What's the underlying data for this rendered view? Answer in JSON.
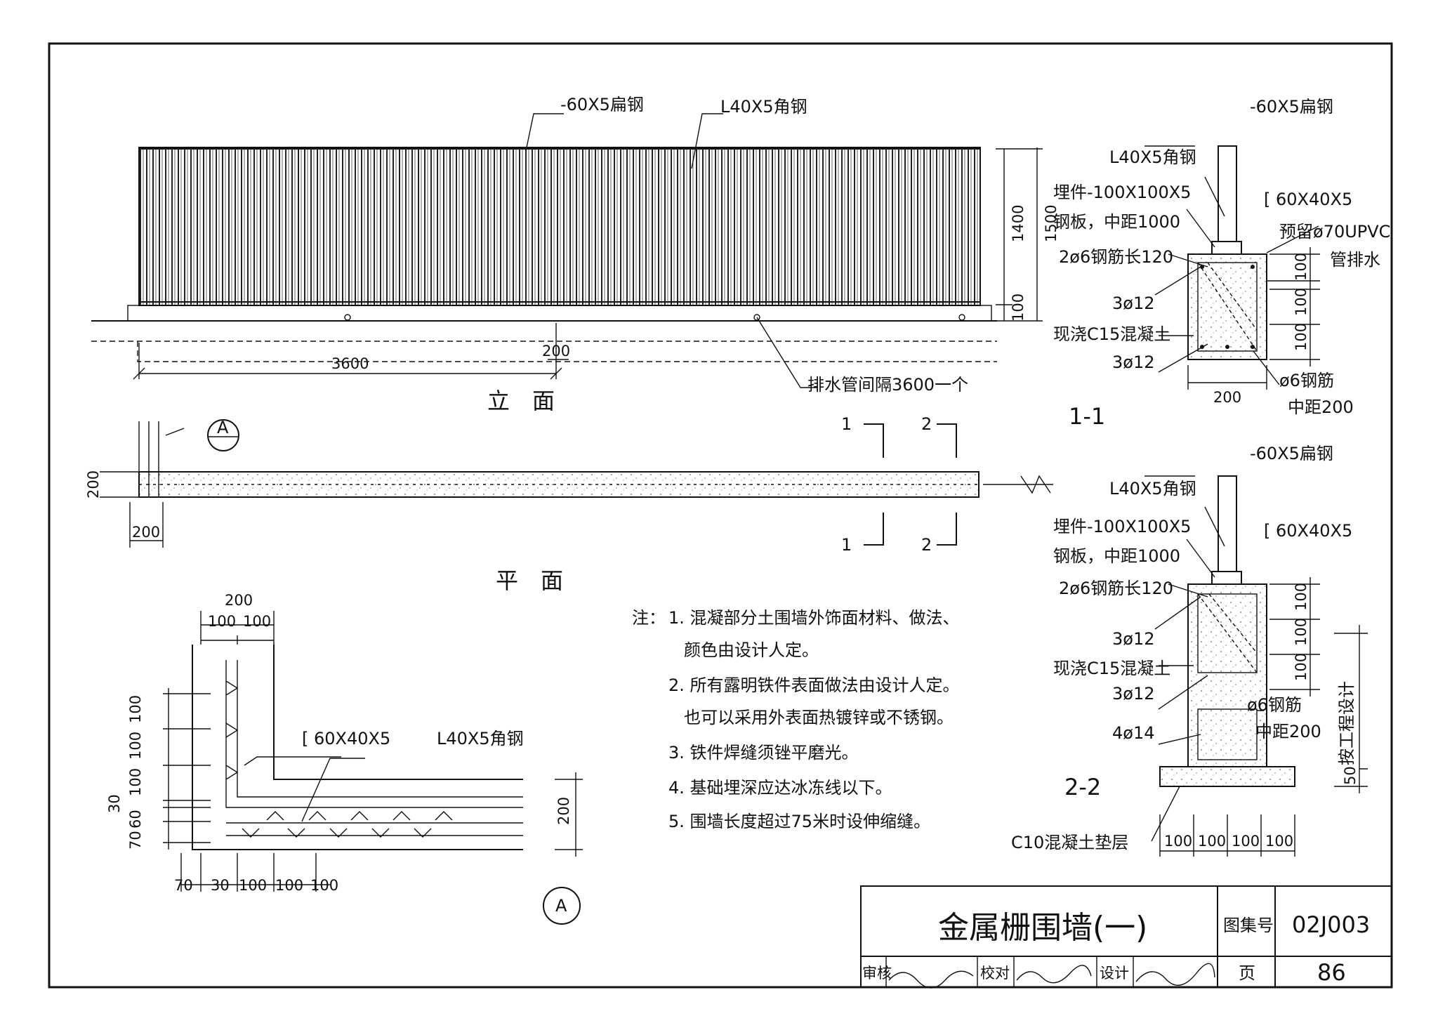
{
  "elevation": {
    "heading": "立　面",
    "flat_bar": "-60X5扁钢",
    "angle": "L40X5角钢",
    "dim_spacing": "3600",
    "dim_post": "200",
    "drain_note": "排水管间隔3600一个",
    "dim_h1": "1400",
    "dim_h2": "1500",
    "dim_base": "100"
  },
  "plan": {
    "heading": "平　面",
    "detail_marker": "A",
    "dim_w": "200",
    "dim_h": "200",
    "cut1": "1",
    "cut2": "2",
    "break": "≷"
  },
  "detail_a": {
    "marker": "A",
    "dim_top": "200",
    "dim_top_a": "100",
    "dim_top_b": "100",
    "channel": "[ 60X40X5",
    "angle": "L40X5角钢",
    "dims_left": [
      "100",
      "100",
      "100",
      "30",
      "60",
      "70"
    ],
    "dims_bottom": [
      "70",
      "30",
      "100",
      "100",
      "100"
    ],
    "dim_right": "200"
  },
  "section_1": {
    "flat_bar": "-60X5扁钢",
    "angle": "L40X5角钢",
    "embed_1": "埋件-100X100X5",
    "embed_2": "钢板，中距1000",
    "channel": "[ 60X40X5",
    "pvc_1": "预留ø70UPVC",
    "pvc_2": "管排水",
    "rebar_a": "2ø6钢筋长120",
    "rebar_b": "3ø12",
    "concrete": "现浇C15混凝土",
    "rebar_c": "3ø12",
    "stirrup_1": "ø6钢筋",
    "stirrup_2": "中距200",
    "dim_width": "200",
    "dims_right": [
      "100",
      "100",
      "100"
    ],
    "label": "1-1"
  },
  "section_2": {
    "flat_bar": "-60X5扁钢",
    "angle": "L40X5角钢",
    "embed_1": "埋件-100X100X5",
    "embed_2": "钢板，中距1000",
    "channel": "[ 60X40X5",
    "rebar_a": "2ø6钢筋长120",
    "rebar_b": "3ø12",
    "concrete": "现浇C15混凝土",
    "rebar_c": "3ø12",
    "stirrup_1": "ø6钢筋",
    "stirrup_2": "中距200",
    "rebar_d": "4ø14",
    "pad": "C10混凝土垫层",
    "dims_bottom": [
      "100",
      "100",
      "100",
      "100"
    ],
    "dims_right": [
      "100",
      "100",
      "100",
      "50"
    ],
    "depth_note": "按工程设计",
    "label": "2-2"
  },
  "notes": {
    "prefix": "注：",
    "items": [
      "1. 混凝部分土围墙外饰面材料、做法、",
      "颜色由设计人定。",
      "2. 所有露明铁件表面做法由设计人定。",
      "也可以采用外表面热镀锌或不锈钢。",
      "3. 铁件焊缝须锉平磨光。",
      "4. 基础埋深应达冰冻线以下。",
      "5. 围墙长度超过75米时设伸缩缝。"
    ]
  },
  "title_block": {
    "title": "金属栅围墙(一)",
    "atlas_label": "图集号",
    "atlas_no": "02J003",
    "review_label": "审核",
    "check_label": "校对",
    "design_label": "设计",
    "page_label": "页",
    "page_no": "86"
  }
}
